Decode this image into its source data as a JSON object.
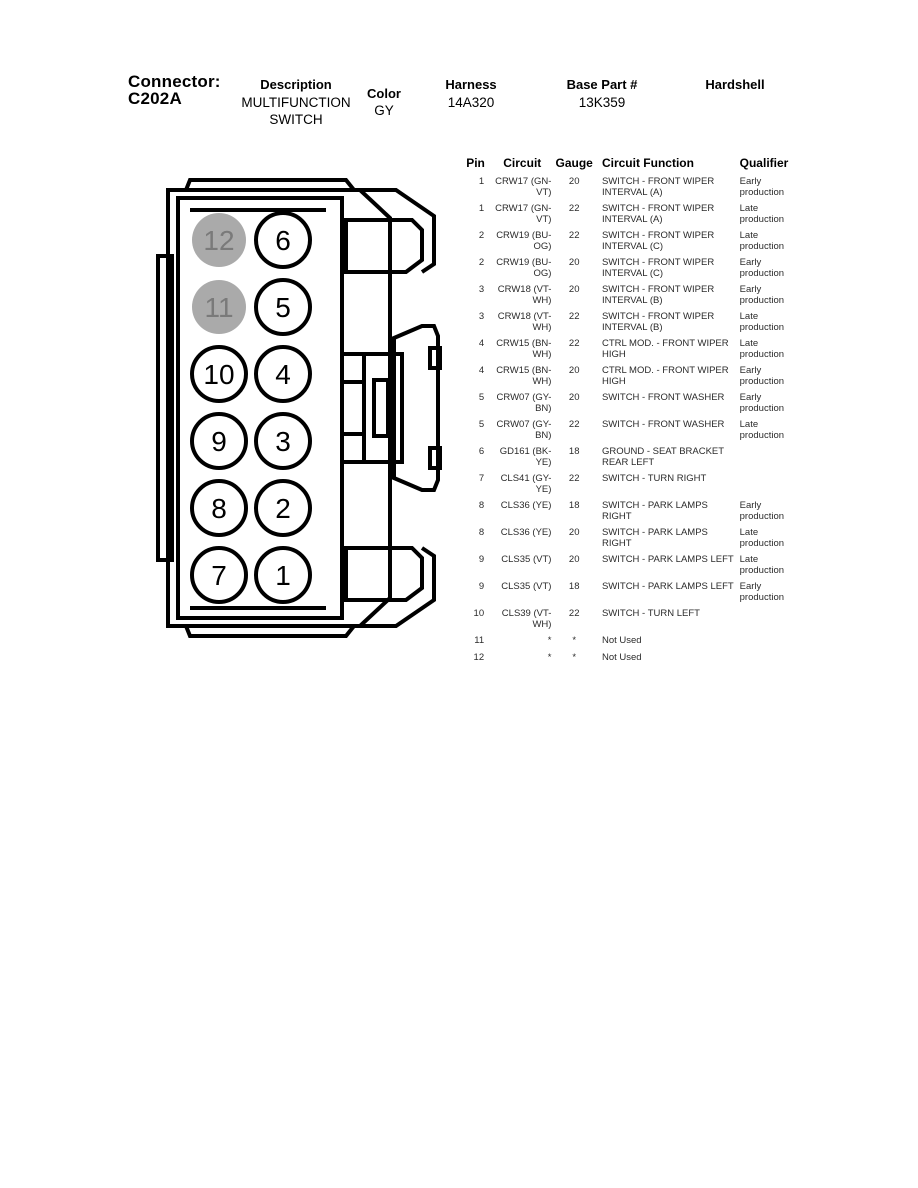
{
  "header": {
    "connector_label": "Connector:",
    "connector_id": "C202A",
    "description_label": "Description",
    "description_value": "MULTIFUNCTION SWITCH",
    "color_label": "Color",
    "color_value": "GY",
    "harness_label": "Harness",
    "harness_value": "14A320",
    "base_part_label": "Base Part #",
    "base_part_value": "13K359",
    "hardshell_label": "Hardshell",
    "hardshell_value": ""
  },
  "connector_drawing": {
    "title": "C202A connector face view",
    "pin_fill_unused": "#aaaaaa",
    "pin_text_unused": "#7a7a7a",
    "pin_fill_used": "#ffffff",
    "pin_text_used": "#000000",
    "outline_color": "#000000",
    "pins": [
      {
        "number": "12",
        "column": "left",
        "row": 1,
        "used": false
      },
      {
        "number": "11",
        "column": "left",
        "row": 2,
        "used": false
      },
      {
        "number": "10",
        "column": "left",
        "row": 3,
        "used": true
      },
      {
        "number": "9",
        "column": "left",
        "row": 4,
        "used": true
      },
      {
        "number": "8",
        "column": "left",
        "row": 5,
        "used": true
      },
      {
        "number": "7",
        "column": "left",
        "row": 6,
        "used": true
      },
      {
        "number": "6",
        "column": "right",
        "row": 1,
        "used": true
      },
      {
        "number": "5",
        "column": "right",
        "row": 2,
        "used": true
      },
      {
        "number": "4",
        "column": "right",
        "row": 3,
        "used": true
      },
      {
        "number": "3",
        "column": "right",
        "row": 4,
        "used": true
      },
      {
        "number": "2",
        "column": "right",
        "row": 5,
        "used": true
      },
      {
        "number": "1",
        "column": "right",
        "row": 6,
        "used": true
      }
    ]
  },
  "pin_table": {
    "columns": [
      "Pin",
      "Circuit",
      "Gauge",
      "Circuit Function",
      "Qualifier"
    ],
    "rows": [
      {
        "pin": "1",
        "circuit": "CRW17 (GN-VT)",
        "gauge": "20",
        "function": "SWITCH - FRONT WIPER INTERVAL (A)",
        "qualifier": "Early production"
      },
      {
        "pin": "1",
        "circuit": "CRW17 (GN-VT)",
        "gauge": "22",
        "function": "SWITCH - FRONT WIPER INTERVAL (A)",
        "qualifier": "Late production"
      },
      {
        "pin": "2",
        "circuit": "CRW19 (BU-OG)",
        "gauge": "22",
        "function": "SWITCH - FRONT WIPER INTERVAL (C)",
        "qualifier": "Late production"
      },
      {
        "pin": "2",
        "circuit": "CRW19 (BU-OG)",
        "gauge": "20",
        "function": "SWITCH - FRONT WIPER INTERVAL (C)",
        "qualifier": "Early production"
      },
      {
        "pin": "3",
        "circuit": "CRW18 (VT-WH)",
        "gauge": "20",
        "function": "SWITCH - FRONT WIPER INTERVAL (B)",
        "qualifier": "Early production"
      },
      {
        "pin": "3",
        "circuit": "CRW18 (VT-WH)",
        "gauge": "22",
        "function": "SWITCH - FRONT WIPER INTERVAL (B)",
        "qualifier": "Late production"
      },
      {
        "pin": "4",
        "circuit": "CRW15 (BN-WH)",
        "gauge": "22",
        "function": "CTRL MOD. - FRONT WIPER HIGH",
        "qualifier": "Late production"
      },
      {
        "pin": "4",
        "circuit": "CRW15 (BN-WH)",
        "gauge": "20",
        "function": "CTRL MOD. - FRONT WIPER HIGH",
        "qualifier": "Early production"
      },
      {
        "pin": "5",
        "circuit": "CRW07 (GY-BN)",
        "gauge": "20",
        "function": "SWITCH - FRONT WASHER",
        "qualifier": "Early production"
      },
      {
        "pin": "5",
        "circuit": "CRW07 (GY-BN)",
        "gauge": "22",
        "function": "SWITCH - FRONT WASHER",
        "qualifier": "Late production"
      },
      {
        "pin": "6",
        "circuit": "GD161 (BK-YE)",
        "gauge": "18",
        "function": "GROUND - SEAT BRACKET REAR LEFT",
        "qualifier": ""
      },
      {
        "pin": "7",
        "circuit": "CLS41 (GY-YE)",
        "gauge": "22",
        "function": "SWITCH - TURN RIGHT",
        "qualifier": ""
      },
      {
        "pin": "8",
        "circuit": "CLS36 (YE)",
        "gauge": "18",
        "function": "SWITCH - PARK LAMPS RIGHT",
        "qualifier": "Early production"
      },
      {
        "pin": "8",
        "circuit": "CLS36 (YE)",
        "gauge": "20",
        "function": "SWITCH - PARK LAMPS RIGHT",
        "qualifier": "Late production"
      },
      {
        "pin": "9",
        "circuit": "CLS35 (VT)",
        "gauge": "20",
        "function": "SWITCH - PARK LAMPS LEFT",
        "qualifier": "Late production"
      },
      {
        "pin": "9",
        "circuit": "CLS35 (VT)",
        "gauge": "18",
        "function": "SWITCH - PARK LAMPS LEFT",
        "qualifier": "Early production"
      },
      {
        "pin": "10",
        "circuit": "CLS39 (VT-WH)",
        "gauge": "22",
        "function": "SWITCH - TURN LEFT",
        "qualifier": ""
      },
      {
        "pin": "11",
        "circuit": "*",
        "gauge": "*",
        "function": "Not Used",
        "qualifier": ""
      },
      {
        "pin": "12",
        "circuit": "*",
        "gauge": "*",
        "function": "Not Used",
        "qualifier": ""
      }
    ]
  }
}
